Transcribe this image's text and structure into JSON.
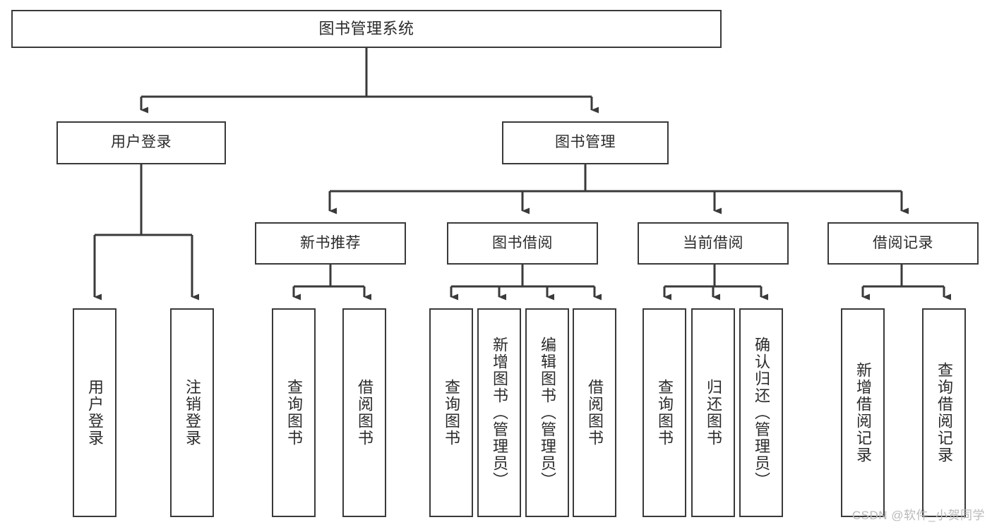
{
  "page": {
    "title": "图书管理系统",
    "watermark": "CSDN @软件_小贺同学",
    "background_color": "#ffffff",
    "line_color": "#3a3a3a",
    "text_color": "#2b2b2b",
    "watermark_color": "#b9b9b9"
  },
  "chart_data": {
    "type": "diagram",
    "diagram_kind": "tree",
    "title": "图书管理系统",
    "orientation": "top-down",
    "levels": 4,
    "nodes": [
      {
        "id": "root",
        "label": "图书管理系统",
        "level": 0,
        "parent": null,
        "orientation": "horizontal"
      },
      {
        "id": "login",
        "label": "用户登录",
        "level": 1,
        "parent": "root",
        "orientation": "horizontal"
      },
      {
        "id": "bookmgmt",
        "label": "图书管理",
        "level": 1,
        "parent": "root",
        "orientation": "horizontal"
      },
      {
        "id": "newbook",
        "label": "新书推荐",
        "level": 2,
        "parent": "bookmgmt",
        "orientation": "horizontal"
      },
      {
        "id": "borrow",
        "label": "图书借阅",
        "level": 2,
        "parent": "bookmgmt",
        "orientation": "horizontal"
      },
      {
        "id": "current",
        "label": "当前借阅",
        "level": 2,
        "parent": "bookmgmt",
        "orientation": "horizontal"
      },
      {
        "id": "record",
        "label": "借阅记录",
        "level": 2,
        "parent": "bookmgmt",
        "orientation": "horizontal"
      },
      {
        "id": "leaf-user-login",
        "label": "用户登录",
        "level": 2,
        "parent": "login",
        "orientation": "vertical"
      },
      {
        "id": "leaf-user-logout",
        "label": "注销登录",
        "level": 2,
        "parent": "login",
        "orientation": "vertical"
      },
      {
        "id": "leaf-new-query",
        "label": "查询图书",
        "level": 3,
        "parent": "newbook",
        "orientation": "vertical"
      },
      {
        "id": "leaf-new-borrow",
        "label": "借阅图书",
        "level": 3,
        "parent": "newbook",
        "orientation": "vertical"
      },
      {
        "id": "leaf-borrow-query",
        "label": "查询图书",
        "level": 3,
        "parent": "borrow",
        "orientation": "vertical"
      },
      {
        "id": "leaf-borrow-add",
        "label": "新增图书（管理员）",
        "level": 3,
        "parent": "borrow",
        "orientation": "vertical"
      },
      {
        "id": "leaf-borrow-edit",
        "label": "编辑图书（管理员）",
        "level": 3,
        "parent": "borrow",
        "orientation": "vertical"
      },
      {
        "id": "leaf-borrow-lend",
        "label": "借阅图书",
        "level": 3,
        "parent": "borrow",
        "orientation": "vertical"
      },
      {
        "id": "leaf-current-query",
        "label": "查询图书",
        "level": 3,
        "parent": "current",
        "orientation": "vertical"
      },
      {
        "id": "leaf-current-return",
        "label": "归还图书",
        "level": 3,
        "parent": "current",
        "orientation": "vertical"
      },
      {
        "id": "leaf-current-confirm",
        "label": "确认归还（管理员）",
        "level": 3,
        "parent": "current",
        "orientation": "vertical"
      },
      {
        "id": "leaf-record-add",
        "label": "新增借阅记录",
        "level": 3,
        "parent": "record",
        "orientation": "vertical"
      },
      {
        "id": "leaf-record-query",
        "label": "查询借阅记录",
        "level": 3,
        "parent": "record",
        "orientation": "vertical"
      }
    ],
    "edges": [
      {
        "from": "root",
        "to": "login"
      },
      {
        "from": "root",
        "to": "bookmgmt"
      },
      {
        "from": "login",
        "to": "leaf-user-login"
      },
      {
        "from": "login",
        "to": "leaf-user-logout"
      },
      {
        "from": "bookmgmt",
        "to": "newbook"
      },
      {
        "from": "bookmgmt",
        "to": "borrow"
      },
      {
        "from": "bookmgmt",
        "to": "current"
      },
      {
        "from": "bookmgmt",
        "to": "record"
      },
      {
        "from": "newbook",
        "to": "leaf-new-query"
      },
      {
        "from": "newbook",
        "to": "leaf-new-borrow"
      },
      {
        "from": "borrow",
        "to": "leaf-borrow-query"
      },
      {
        "from": "borrow",
        "to": "leaf-borrow-add"
      },
      {
        "from": "borrow",
        "to": "leaf-borrow-edit"
      },
      {
        "from": "borrow",
        "to": "leaf-borrow-lend"
      },
      {
        "from": "current",
        "to": "leaf-current-query"
      },
      {
        "from": "current",
        "to": "leaf-current-return"
      },
      {
        "from": "current",
        "to": "leaf-current-confirm"
      },
      {
        "from": "record",
        "to": "leaf-record-add"
      },
      {
        "from": "record",
        "to": "leaf-record-query"
      }
    ]
  },
  "nodes": {
    "root": "图书管理系统",
    "login": "用户登录",
    "bookmgmt": "图书管理",
    "newbook": "新书推荐",
    "borrow": "图书借阅",
    "current": "当前借阅",
    "record": "借阅记录",
    "leaf_user_login": "用户登录",
    "leaf_user_logout": "注销登录",
    "leaf_new_query": "查询图书",
    "leaf_new_borrow": "借阅图书",
    "leaf_borrow_query": "查询图书",
    "leaf_borrow_add": "新增图书（管理员）",
    "leaf_borrow_edit": "编辑图书（管理员）",
    "leaf_borrow_lend": "借阅图书",
    "leaf_current_query": "查询图书",
    "leaf_current_return": "归还图书",
    "leaf_current_confirm": "确认归还（管理员）",
    "leaf_record_add": "新增借阅记录",
    "leaf_record_query": "查询借阅记录"
  }
}
